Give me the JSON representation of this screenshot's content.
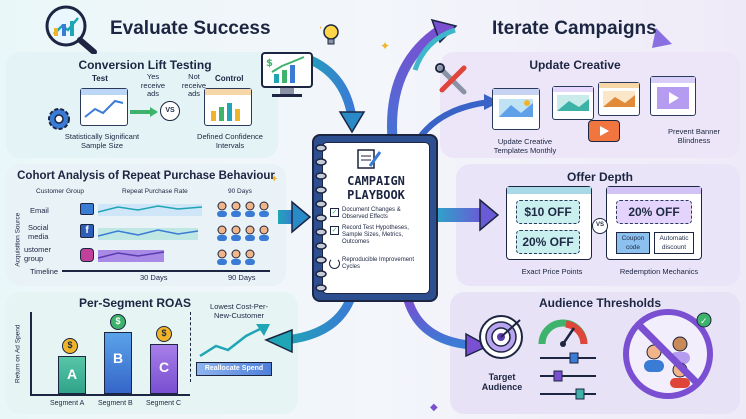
{
  "left": {
    "title": "Evaluate Success",
    "conversion": {
      "title": "Conversion Lift Testing",
      "test_label": "Test",
      "test_note": "Yes receive ads",
      "vs": "VS",
      "control_label": "Control",
      "control_note": "Not receive ads",
      "test_caption": "Statistically Significant Sample Size",
      "control_caption": "Defined Confidence Intervals"
    },
    "cohort": {
      "title": "Cohort Analysis of Repeat Purchase Behaviour",
      "col_group": "Customer Group",
      "col_rate": "Repeat Purchase Rate",
      "col_90": "90 Days",
      "y_label": "Acquisition Source",
      "rows": [
        "Email",
        "Social media",
        "ustomer group"
      ],
      "timeline": "Timeline",
      "t30": "30 Days",
      "t90": "90 Days"
    },
    "roas": {
      "title": "Per-Segment ROAS",
      "y_label": "Return on Ad Spend",
      "segments": [
        "Segment A",
        "Segment B",
        "Segment C"
      ],
      "bar_letters": [
        "A",
        "B",
        "C"
      ],
      "lowest": "Lowest Cost-Per-New-Customer",
      "reallocate": "Reallocate Spend"
    }
  },
  "center": {
    "title_line1": "CAMPAIGN",
    "title_line2": "PLAYBOOK",
    "items": [
      "Document Changes & Observed Effects",
      "Record Test Hypotheses, Sample Sizes, Metrics, Outcomes",
      "Reproducible Improvement Cycles"
    ]
  },
  "right": {
    "title": "Iterate Campaigns",
    "creative": {
      "title": "Update Creative",
      "caption_left": "Update Creative Templates Monthly",
      "caption_right": "Prevent Banner Blindness"
    },
    "offer": {
      "title": "Offer Depth",
      "coupon1": "$10 OFF",
      "coupon2": "20% OFF",
      "coupon3": "20% OFF",
      "vs": "VS",
      "coupon_code": "Coupon code",
      "auto_discount": "Automatic discount",
      "caption_left": "Exact Price Points",
      "caption_right": "Redemption Mechanics"
    },
    "audience": {
      "title": "Audience Thresholds",
      "target": "Target Audience"
    }
  },
  "colors": {
    "teal": "#1fa5b5",
    "purple": "#7a4fd1",
    "navy": "#1c2541",
    "green": "#3db36b",
    "coupon_teal": "#c9f0ef",
    "coupon_purple": "#e4d4fb"
  }
}
